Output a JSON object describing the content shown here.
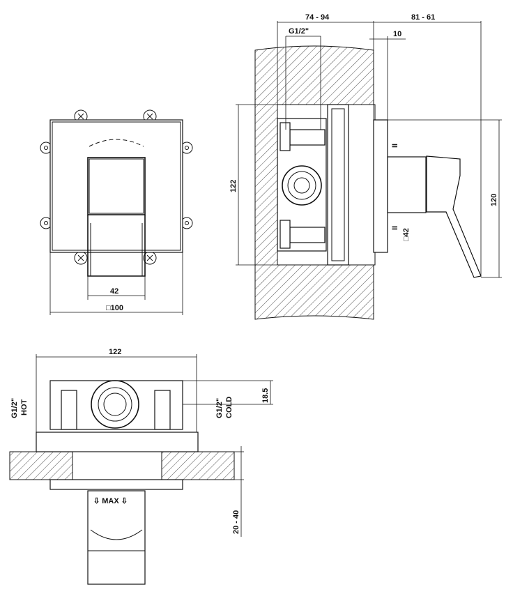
{
  "front_view": {
    "dim_width": "□100",
    "dim_lever": "42"
  },
  "side_view": {
    "dim_depth_total": "74 - 94",
    "dim_projection": "81 - 61",
    "dim_thread": "G1/2\"",
    "dim_offset": "10",
    "dim_height": "122",
    "dim_plate_height": "120",
    "dim_lever_square": "□42",
    "symbol_upper": "II",
    "symbol_lower": "II"
  },
  "bottom_view": {
    "dim_width": "122",
    "dim_height": "18.5",
    "label_hot": "G1/2\" HOT",
    "label_cold": "G1/2\" COLD",
    "label_hot_thread": "G1/2\"",
    "label_hot_word": "HOT",
    "label_cold_thread": "G1/2\"",
    "label_cold_word": "COLD",
    "label_max": "⇩ MAX ⇩",
    "dim_depth": "20 - 40"
  }
}
